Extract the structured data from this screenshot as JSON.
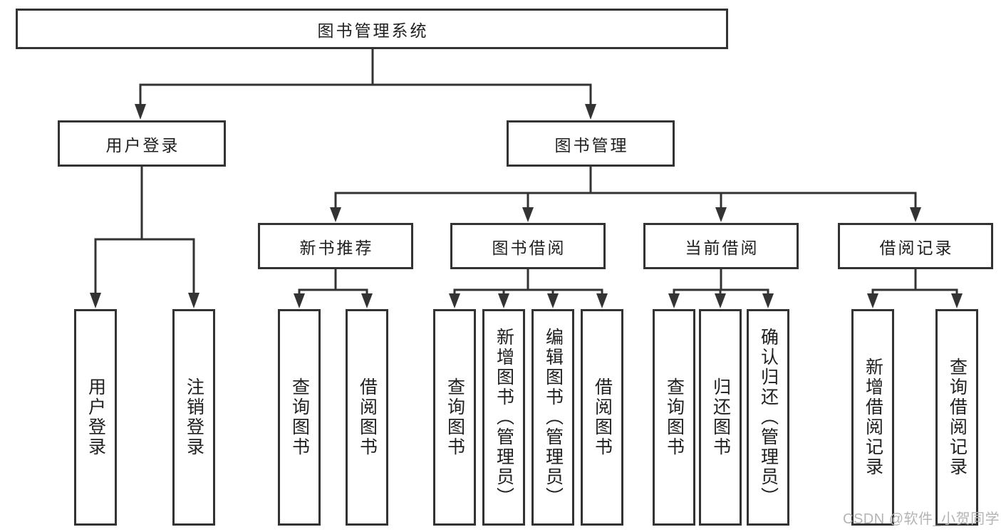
{
  "title": "图书管理系统",
  "level2": [
    {
      "id": "user-login",
      "label": "用户登录"
    },
    {
      "id": "book-management",
      "label": "图书管理"
    }
  ],
  "level3": [
    {
      "id": "new-book-recommend",
      "label": "新书推荐"
    },
    {
      "id": "book-borrowing",
      "label": "图书借阅"
    },
    {
      "id": "current-borrowing",
      "label": "当前借阅"
    },
    {
      "id": "borrowing-records",
      "label": "借阅记录"
    }
  ],
  "leaves": {
    "user_login": [
      {
        "label": "用户登录"
      },
      {
        "label": "注销登录"
      }
    ],
    "new_book_recommend": [
      {
        "label": "查询图书"
      },
      {
        "label": "借阅图书"
      }
    ],
    "book_borrowing": [
      {
        "label": "查询图书"
      },
      {
        "label": "新增图书（管理员）"
      },
      {
        "label": "编辑图书（管理员）"
      },
      {
        "label": "借阅图书"
      }
    ],
    "current_borrowing": [
      {
        "label": "查询图书"
      },
      {
        "label": "归还图书"
      },
      {
        "label": "确认归还（管理员）"
      }
    ],
    "borrowing_records": [
      {
        "label": "新增借阅记录"
      },
      {
        "label": "查询借阅记录"
      }
    ]
  },
  "watermark": "CSDN @软件_小贺同学",
  "colors": {
    "line": "#333333",
    "text": "#1f1f1f",
    "watermark": "#b4b4b4",
    "background": "#ffffff"
  }
}
